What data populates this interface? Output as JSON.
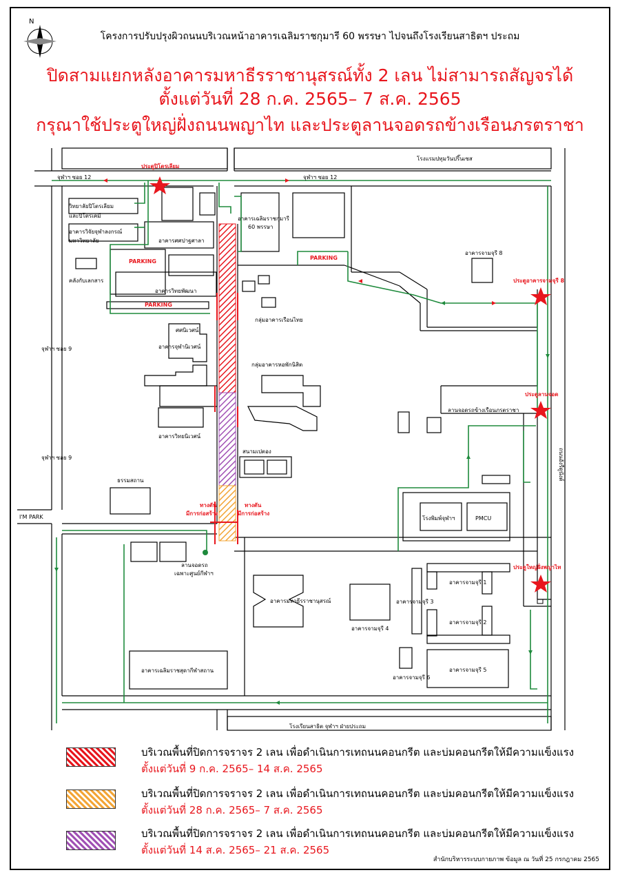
{
  "header": {
    "subtitle": "โครงการปรับปรุงผิวถนนบริเวณหน้าอาคารเฉลิมราชกุมารี 60 พรรษา ไปจนถึงโรงเรียนสาธิตฯ ประถม",
    "title_line1": "ปิดสามแยกหลังอาคารมหาธีรราชานุสรณ์ทั้ง 2 เลน ไม่สามารถสัญจรได้",
    "title_line2": "ตั้งแต่วันที่ 28 ก.ค. 2565– 7 ส.ค. 2565",
    "title_line3": "กรุณาใช้ประตูใหญ่ฝั่งถนนพญาไท และประตูลานจอดรถข้างเรือนภรตราชา"
  },
  "map": {
    "compass_letter": "N",
    "roads": {
      "chula12_left": "จุฬาฯ ซอย 12",
      "chula12_right": "จุฬาฯ ซอย 12",
      "chula9_a": "จุฬาฯ ซอย 9",
      "chula9_b": "จุฬาฯ ซอย 9",
      "im_park": "I'M PARK",
      "henri_dunant": "ถนนอังรีดูนังต์"
    },
    "gates": {
      "pitot": "ประตูปิโตรเลียม",
      "chamchuri8": "ประตูอาคารจามจุรี 8",
      "parking_gate": "ประตูลานจอด",
      "main_gate": "ประตูใหญ่ฝั่งพญาไท"
    },
    "buildings": {
      "hotel": "โรงแรมปทุมวันปริ๊นเซส",
      "petro_college": "วิทยาลัยปิโตรเลียม",
      "petro_college2": "และปิโตรเคมี",
      "chula_science": "อาคารวิจัยจุฬาลงกรณ์",
      "chula_science2": "มหาวิทยาลัย",
      "sinlapa": "อาคารศศปาฐศาลา",
      "chalerm60": "อาคารเฉลิมราชกุมารี",
      "chalerm60b": "60 พรรษา",
      "chamchuri8": "อาคารจามจุรี 8",
      "warehouse": "คลังกับเลกสาร",
      "wittaya": "อาคารวิทยพัฒนา",
      "ruenthai": "กลุ่มอาคารเรือนไทย",
      "sasa": "ศศนิเวศน์",
      "chula_niwet": "อาคารจุฬานิเวศน์",
      "dorm_group": "กลุ่มอาคารหอพักนิสิต",
      "parking_lot": "ลานจอดรถข้างเรือนภรตราชา",
      "wittaya_niwet": "อาคารวิทยนิเวศน์",
      "sanam": "สนามเปตอง",
      "thammasathan": "ธรรมสถาน",
      "printing": "โรงพิมพ์จุฬาฯ",
      "pmcu": "PMCU",
      "parking_center": "ลานจอดรถ",
      "parking_center2": "เฉพาะศูนย์กีฬาฯ",
      "maha": "อาคารมหาธีรราชานุสรณ์",
      "chamchuri1": "อาคารจามจุรี 1",
      "chamchuri2": "อาคารจามจุรี 2",
      "chamchuri3": "อาคารจามจุรี 3",
      "chamchuri4": "อาคารจามจุรี 4",
      "chamchuri5": "อาคารจามจุรี 5",
      "chamchuri6": "อาคารจามจุรี 6",
      "chalerm_sport": "อาคารเฉลิมราชสุดากีฬาสถาน",
      "satit": "โรงเรียนสาธิต จุฬาฯ ฝ่ายประถม"
    },
    "parking": {
      "p1": "PARKING",
      "p2": "PARKING",
      "p3": "PARKING"
    },
    "notes": {
      "u_turn_a": "ทางตัน",
      "u_turn_a2": "มีการก่อสร้าง",
      "u_turn_b": "ทางตัน",
      "u_turn_b2": "มีการก่อสร้าง"
    },
    "colors": {
      "red": "#e8161d",
      "green": "#1e8a3c",
      "orange": "#f3a536",
      "purple": "#a050b4"
    }
  },
  "legend": [
    {
      "desc": "บริเวณพื้นที่ปิดการจราจร 2 เลน เพื่อดำเนินการเทถนนคอนกรีต และบ่มคอนกรีตให้มีความแข็งแรง",
      "date": "ตั้งแต่วันที่ 9 ก.ค. 2565– 14 ส.ค. 2565",
      "color": "#e8161d"
    },
    {
      "desc": "บริเวณพื้นที่ปิดการจราจร 2 เลน เพื่อดำเนินการเทถนนคอนกรีต และบ่มคอนกรีตให้มีความแข็งแรง",
      "date": "ตั้งแต่วันที่ 28 ก.ค. 2565– 7 ส.ค. 2565",
      "color": "#f3a536"
    },
    {
      "desc": "บริเวณพื้นที่ปิดการจราจร 2 เลน เพื่อดำเนินการเทถนนคอนกรีต และบ่มคอนกรีตให้มีความแข็งแรง",
      "date": "ตั้งแต่วันที่ 14 ส.ค. 2565– 21 ส.ค. 2565",
      "color": "#a050b4"
    }
  ],
  "credit": "สำนักบริหารระบบกายภาพ ข้อมูล ณ วันที่ 25 กรกฎาคม 2565"
}
